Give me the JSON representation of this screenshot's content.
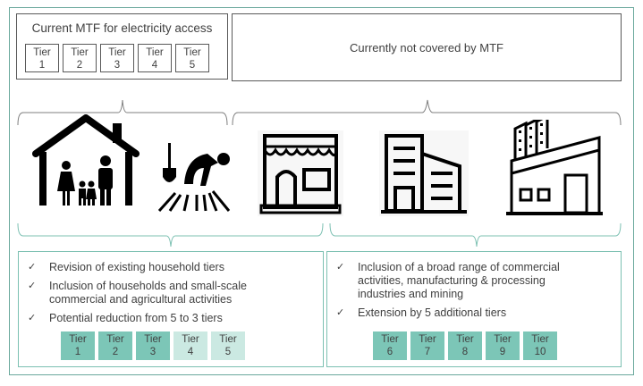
{
  "colors": {
    "frame": "#6aa89c",
    "panel_border": "#7cc0b2",
    "tier_dark": "#7cc6b7",
    "tier_light": "#cbe9e2",
    "outline": "#595959"
  },
  "current_mtf": {
    "title": "Current MTF for electricity access",
    "tiers": [
      {
        "label": "Tier",
        "num": "1"
      },
      {
        "label": "Tier",
        "num": "2"
      },
      {
        "label": "Tier",
        "num": "3"
      },
      {
        "label": "Tier",
        "num": "4"
      },
      {
        "label": "Tier",
        "num": "5"
      }
    ]
  },
  "not_covered": {
    "title": "Currently not covered by MTF"
  },
  "icons": [
    "house-family-icon",
    "farmer-icon",
    "shop-icon",
    "office-building-icon",
    "factory-icon"
  ],
  "left_panel": {
    "bullets": [
      "Revision of existing household tiers",
      "Inclusion of households and small-scale commercial and agricultural activities",
      "Potential reduction from 5 to 3 tiers"
    ],
    "check": "✓",
    "tiers": [
      {
        "label": "Tier",
        "num": "1",
        "shade": "dark"
      },
      {
        "label": "Tier",
        "num": "2",
        "shade": "dark"
      },
      {
        "label": "Tier",
        "num": "3",
        "shade": "dark"
      },
      {
        "label": "Tier",
        "num": "4",
        "shade": "light"
      },
      {
        "label": "Tier",
        "num": "5",
        "shade": "light"
      }
    ]
  },
  "right_panel": {
    "bullets": [
      "Inclusion of a broad range of commercial activities, manufacturing & processing industries and mining",
      "Extension by 5 additional tiers"
    ],
    "check": "✓",
    "tiers": [
      {
        "label": "Tier",
        "num": "6",
        "shade": "dark"
      },
      {
        "label": "Tier",
        "num": "7",
        "shade": "dark"
      },
      {
        "label": "Tier",
        "num": "8",
        "shade": "dark"
      },
      {
        "label": "Tier",
        "num": "9",
        "shade": "dark"
      },
      {
        "label": "Tier",
        "num": "10",
        "shade": "dark"
      }
    ]
  }
}
